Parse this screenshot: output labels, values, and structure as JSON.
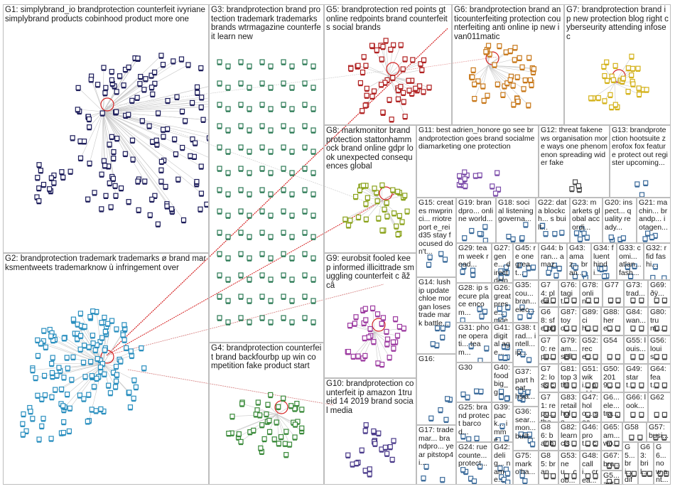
{
  "colors": {
    "G1": "#1c1c5a",
    "G2": "#2a8fbf",
    "G3": "#2c7a55",
    "G4": "#3a8a3a",
    "G5": "#b02020",
    "G6": "#c8781a",
    "G7": "#d4b21a",
    "G8": "#8aa21a",
    "G9": "#9c3aa0",
    "G10": "#4a3a8a",
    "G11": "#7a4aa8",
    "G12": "#4a4a4a",
    "G13": "#3a6a9a",
    "edge": "#c8c8c8",
    "edge_strong": "#d42020",
    "self_loop": "#d42020"
  },
  "groups": [
    {
      "id": "G1",
      "label": "G1: simplybrand_io brandprotection counterfeit ivyriane simplybrand products cobinhood product more one"
    },
    {
      "id": "G2",
      "label": "G2: brandprotection trademark trademarks ø brand marksmentweets trademarknow ù infringement over"
    },
    {
      "id": "G3",
      "label": "G3: brandprotection brand protection trademark trademarks brands wtrmagazine counterfeit learn new"
    },
    {
      "id": "G4",
      "label": "G4: brandprotection counterfeit brand backfourbp up win competition fake product start"
    },
    {
      "id": "G5",
      "label": "G5: brandprotection red points gt online redpoints brand counterfeits social brands"
    },
    {
      "id": "G6",
      "label": "G6: brandprotection brand anticounterfeiting protection counterfeiting anti online ip new ivan011matic"
    },
    {
      "id": "G7",
      "label": "G7: brandprotection brand ip new protection blog right cyberseurity attending infosec"
    },
    {
      "id": "G8",
      "label": "G8: markmonitor brandprotection stattonhammock brand online gdpr look unexpected consequences global"
    },
    {
      "id": "G9",
      "label": "G9: eurobsit fooled keep informed illicittrade smuggling counterfeit c ãž câ"
    },
    {
      "id": "G10",
      "label": "G10: brandprotection counterfeit ip amazon 1trueid 14 2019 brand social media"
    },
    {
      "id": "G11",
      "label": "G11: best adrien_honore go see brandprotection goes brand socialmediamarketing one protection"
    },
    {
      "id": "G12",
      "label": "G12: threat fakenews organisation more ways one phenomenon spreading wider fake"
    },
    {
      "id": "G13",
      "label": "G13: brandprotection hootsuite zerofox fox feature protect out register upcoming..."
    },
    {
      "id": "G14",
      "label": "G14: lush ip update chloe morgan loses trade mark battle..."
    },
    {
      "id": "G15",
      "label": "G15: creates mwprinci... rriotreport e_reid35 stay focused don't..."
    },
    {
      "id": "G16",
      "label": "G16:"
    },
    {
      "id": "G17",
      "label": "G17: trademar... brandpro... year pitstop4i..."
    },
    {
      "id": "G18",
      "label": "G18: social listening governa..."
    },
    {
      "id": "G19",
      "label": "G19: brandpro... online world..."
    },
    {
      "id": "G20",
      "label": "G20: inspect... quality ready..."
    },
    {
      "id": "G21",
      "label": "G21: machin... brandp... iotagen..."
    },
    {
      "id": "G22",
      "label": "G22: data blockch... s built..."
    },
    {
      "id": "G23",
      "label": "G23: markets global accordi..."
    },
    {
      "id": "G24",
      "label": "G24: rue counte... protect..."
    },
    {
      "id": "G25",
      "label": "G25: brand protect barcod..."
    },
    {
      "id": "G26",
      "label": "G26: great prese... mcen... week..."
    },
    {
      "id": "G27",
      "label": "G27: gene... direct delph..."
    },
    {
      "id": "G28",
      "label": "G28: ip secure place encom..."
    },
    {
      "id": "G29",
      "label": "G29: team week read..."
    },
    {
      "id": "G30",
      "label": "G30"
    },
    {
      "id": "G31",
      "label": "G31: phone operati... team..."
    },
    {
      "id": "G32",
      "label": "G32: rfid fashi..."
    },
    {
      "id": "G33",
      "label": "G33: comi... atlan... fash..."
    },
    {
      "id": "G34",
      "label": "G34: fluent hindi..."
    },
    {
      "id": "G35",
      "label": "G35: cou... bran... elec..."
    },
    {
      "id": "G36",
      "label": "G36: sear... mon... built..."
    },
    {
      "id": "G37",
      "label": "G37: part heat... hsia..."
    },
    {
      "id": "G38",
      "label": "G38: trad... intell... ip..."
    },
    {
      "id": "G39",
      "label": "G39: pack... imme..."
    },
    {
      "id": "G40",
      "label": "G40: food big_g..."
    },
    {
      "id": "G41",
      "label": "G41: digital age..."
    },
    {
      "id": "G42",
      "label": "G42: delig... name..."
    },
    {
      "id": "G43",
      "label": "G43: amaz... bran..."
    },
    {
      "id": "G44",
      "label": "G44: bran... amaz..."
    },
    {
      "id": "G45",
      "label": "G45: re one great..."
    },
    {
      "id": "G46",
      "label": "G46: prot... cau..."
    },
    {
      "id": "G47",
      "label": "G47: holo... sec..."
    },
    {
      "id": "G48",
      "label": "G48: calli... crea..."
    },
    {
      "id": "G49",
      "label": "G49: start..."
    },
    {
      "id": "G50",
      "label": "G50: 2019..."
    },
    {
      "id": "G51",
      "label": "G51: wiki... publ..."
    },
    {
      "id": "G52",
      "label": "G52: rece..."
    },
    {
      "id": "G53",
      "label": "G53: neu... cob..."
    },
    {
      "id": "G54",
      "label": "G54"
    },
    {
      "id": "G55",
      "label": "G55: louis..."
    },
    {
      "id": "G56",
      "label": "G56: louis..."
    },
    {
      "id": "G57",
      "label": "G57: busi..."
    },
    {
      "id": "G58",
      "label": "G58"
    },
    {
      "id": "G59",
      "label": "G5... ant..."
    },
    {
      "id": "G60",
      "label": "G6... now ant..."
    },
    {
      "id": "G61",
      "label": "G6... new now..."
    },
    {
      "id": "G62",
      "label": "G62"
    },
    {
      "id": "G63",
      "label": "G63: bril..."
    },
    {
      "id": "G64",
      "label": "G64: feat..."
    },
    {
      "id": "G65",
      "label": "G65: am... wo..."
    },
    {
      "id": "G66",
      "label": "G66: look..."
    },
    {
      "id": "G67",
      "label": "G67: bra..."
    },
    {
      "id": "G68",
      "label": "G68: sfe prior..."
    },
    {
      "id": "G69",
      "label": "G69: ðÿ..."
    },
    {
      "id": "G70",
      "label": "G70: repu... qual..."
    },
    {
      "id": "G71",
      "label": "G71: repu... thef..."
    },
    {
      "id": "G72",
      "label": "G72: loss cour..."
    },
    {
      "id": "G73",
      "label": "G73: trad..."
    },
    {
      "id": "G74",
      "label": "G74: plea..."
    },
    {
      "id": "G75",
      "label": "G75: mark o'ha..."
    },
    {
      "id": "G76",
      "label": "G76: tagit..."
    },
    {
      "id": "G77",
      "label": "G77"
    },
    {
      "id": "G78",
      "label": "G78: onlin..."
    },
    {
      "id": "G79",
      "label": "G79: am... selli..."
    },
    {
      "id": "G80",
      "label": "G80: trum..."
    },
    {
      "id": "G81",
      "label": "G81: top 3 thin..."
    },
    {
      "id": "G82",
      "label": "G82: learn cisc..."
    },
    {
      "id": "G83",
      "label": "G83: retail holo..."
    },
    {
      "id": "G84",
      "label": "G84: wan..."
    },
    {
      "id": "G85",
      "label": "G85: bran..."
    },
    {
      "id": "G86",
      "label": "G86: bar busi..."
    },
    {
      "id": "G87",
      "label": "G87: toyo..."
    },
    {
      "id": "G88",
      "label": "G88: here..."
    },
    {
      "id": "G89",
      "label": "G89: ci h..."
    },
    {
      "id": "G5x",
      "label": "G5... bri... diff..."
    },
    {
      "id": "G6x",
      "label": "G6... ele... tra..."
    }
  ]
}
